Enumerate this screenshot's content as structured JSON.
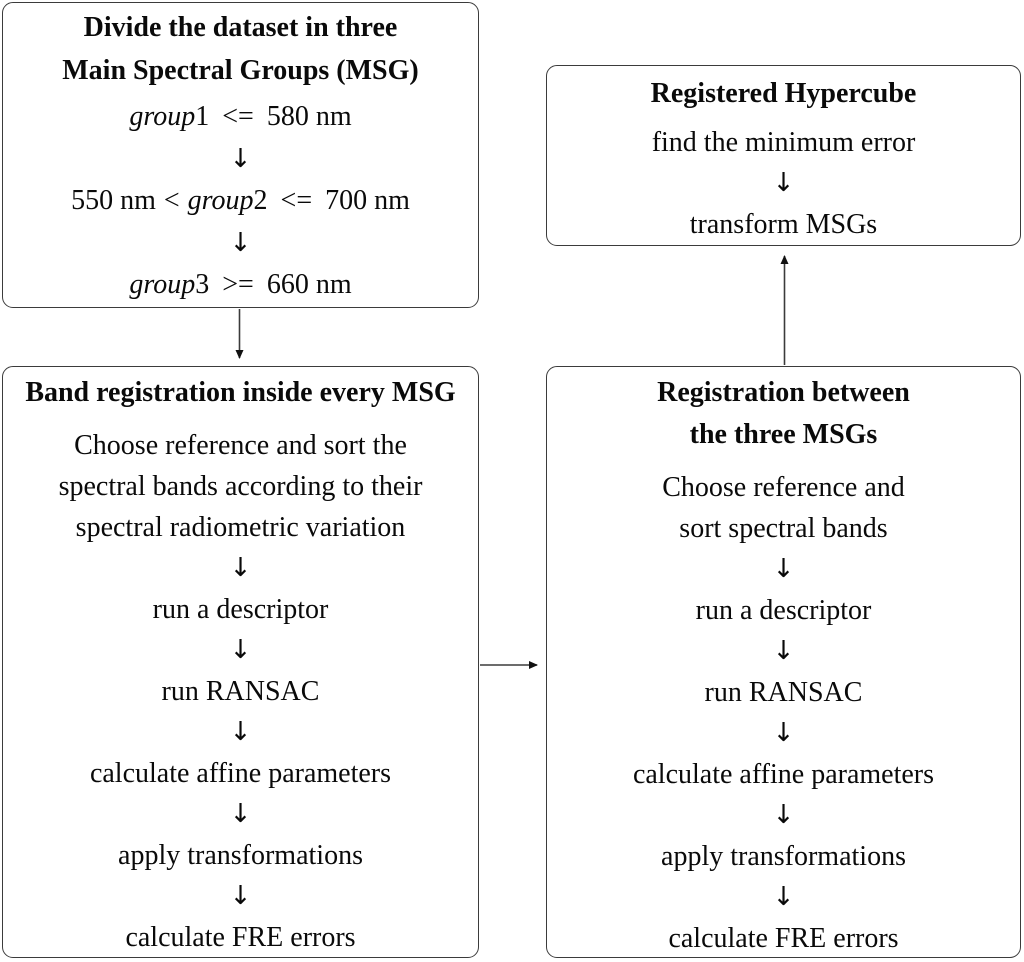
{
  "glyphs": {
    "down_arrow": "↓"
  },
  "colors": {
    "border": "#3b3b3b",
    "text": "#0a0a0a",
    "background": "#ffffff"
  },
  "divide_box": {
    "title_lines": [
      "Divide the dataset in three",
      "Main Spectral Groups (MSG)"
    ],
    "row1": {
      "var": "group",
      "num": "1",
      "op": "<=",
      "val": "580 nm"
    },
    "row2": {
      "left": "550 nm",
      "lop": "<",
      "var": "group",
      "num": "2",
      "op": "<=",
      "val": "700 nm"
    },
    "row3": {
      "var": "group",
      "num": "3",
      "op": ">=",
      "val": "660 nm"
    }
  },
  "hypercube_box": {
    "title": "Registered Hypercube",
    "steps": [
      "find the minimum error",
      "transform MSGs"
    ]
  },
  "band_box": {
    "title": "Band registration inside every MSG",
    "step1_lines": [
      "Choose reference and sort the",
      "spectral bands according to their",
      "spectral radiometric variation"
    ],
    "steps": [
      "run a descriptor",
      "run RANSAC",
      "calculate affine parameters",
      "apply transformations",
      "calculate FRE errors"
    ]
  },
  "between_box": {
    "title_lines": [
      "Registration between",
      "the three MSGs"
    ],
    "step1_lines": [
      "Choose reference and",
      "sort spectral bands"
    ],
    "steps": [
      "run a descriptor",
      "run RANSAC",
      "calculate affine parameters",
      "apply transformations",
      "calculate FRE errors"
    ]
  }
}
